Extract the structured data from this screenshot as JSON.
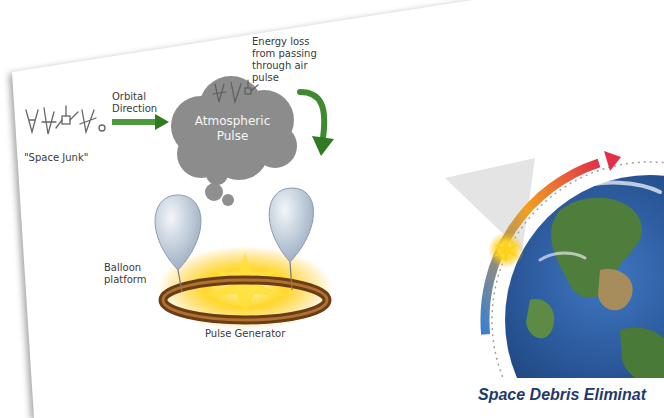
{
  "diagram": {
    "caption": "Space Debris Eliminat",
    "nodes": [
      {
        "text": [
          "\"Space Junk\""
        ]
      },
      {
        "text": [
          "Atmospheric Pulse"
        ]
      }
    ],
    "edges": [
      {
        "from": 0,
        "to": 1,
        "label": "Orbital Direction",
        "arrow": "to"
      }
    ],
    "labels": [
      "Energy loss from passing through air pulse",
      "Balloon platform",
      "Pulse Generator"
    ]
  }
}
